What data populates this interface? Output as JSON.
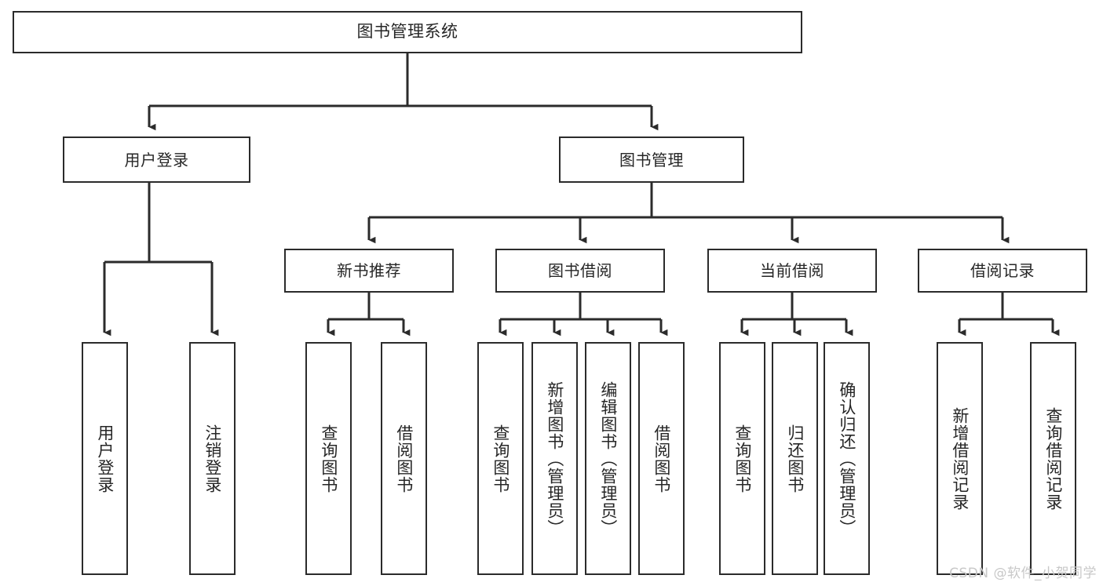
{
  "diagram": {
    "type": "tree-hierarchy",
    "title": "图书管理系统",
    "orientation": "top-down",
    "edge_style": "orthogonal-with-arrowheads",
    "colors": {
      "box_border": "#2b2b2b",
      "box_fill": "#ffffff",
      "line": "#2b2b2b",
      "text": "#262626",
      "watermark": "#c8c8c8",
      "background": "#ffffff"
    },
    "root": {
      "label": "图书管理系统"
    },
    "level2": [
      {
        "label": "用户登录"
      },
      {
        "label": "图书管理"
      }
    ],
    "level3": [
      {
        "label": "新书推荐"
      },
      {
        "label": "图书借阅"
      },
      {
        "label": "当前借阅"
      },
      {
        "label": "借阅记录"
      }
    ],
    "leaves": {
      "user_login": [
        {
          "label": "用户登录"
        },
        {
          "label": "注销登录"
        }
      ],
      "new_book_recommend": [
        {
          "label": "查询图书"
        },
        {
          "label": "借阅图书"
        }
      ],
      "book_borrow": [
        {
          "label": "查询图书"
        },
        {
          "label": "新增图书（管理员）"
        },
        {
          "label": "编辑图书（管理员）"
        },
        {
          "label": "借阅图书"
        }
      ],
      "current_borrow": [
        {
          "label": "查询图书"
        },
        {
          "label": "归还图书"
        },
        {
          "label": "确认归还（管理员）"
        }
      ],
      "borrow_record": [
        {
          "label": "新增借阅记录"
        },
        {
          "label": "查询借阅记录"
        }
      ]
    }
  },
  "watermark": {
    "text": "CSDN @软件_小贺同学"
  }
}
